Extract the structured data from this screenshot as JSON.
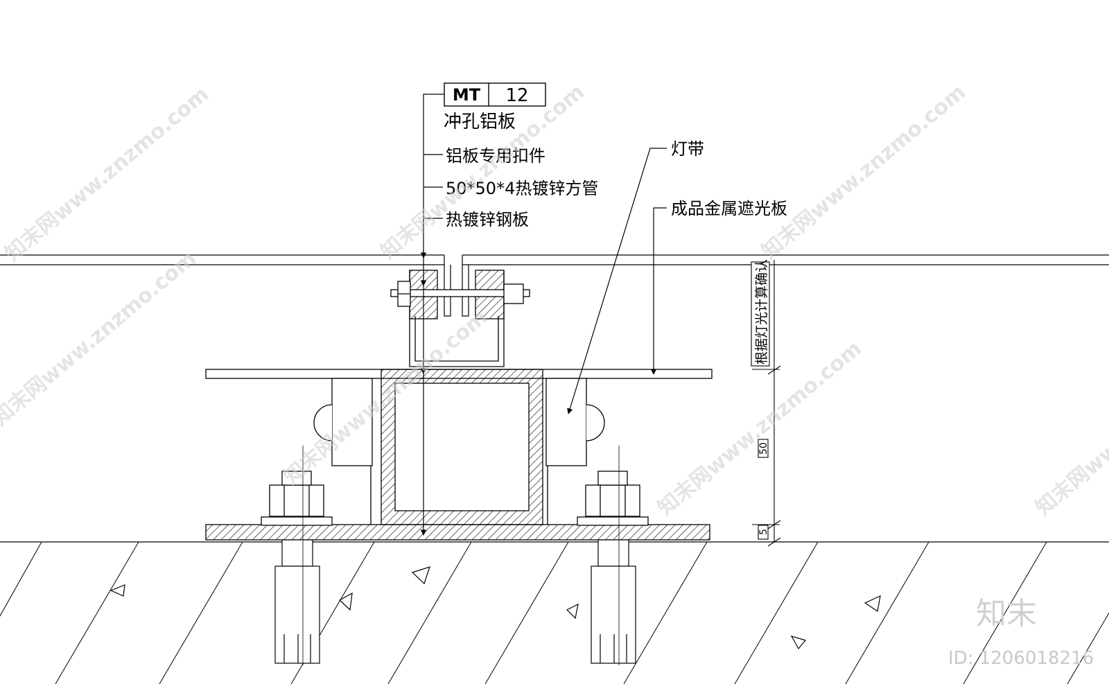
{
  "tag": {
    "code": "MT",
    "number": "12"
  },
  "labels": {
    "perforated_panel": "冲孔铝板",
    "clip": "铝板专用扣件",
    "tube": "50*50*4热镀锌方管",
    "steel_plate": "热镀锌钢板",
    "light_strip": "灯带",
    "shade_panel": "成品金属遮光板"
  },
  "dimensions": {
    "note": "根据灯光计算确认",
    "dim_50": "50",
    "dim_5": "5"
  },
  "watermark": {
    "site": "知末网www.znzmo.com",
    "brand": "知末",
    "id": "ID: 1206018216"
  }
}
